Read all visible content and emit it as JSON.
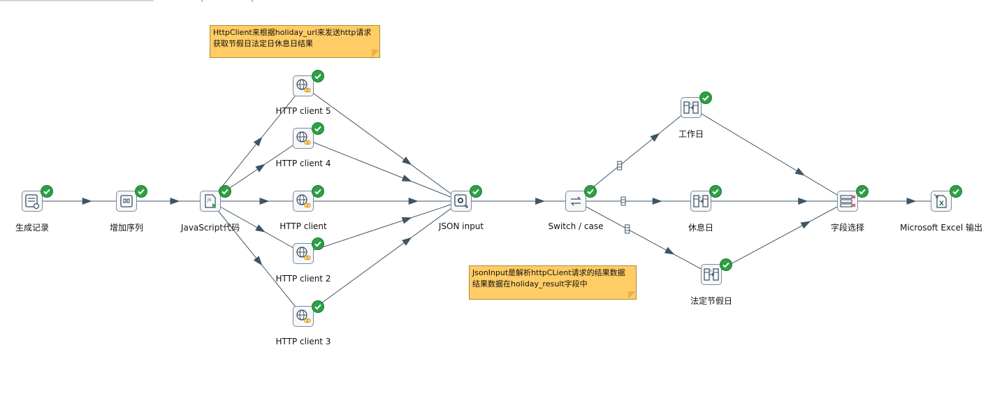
{
  "notes": {
    "http_note": {
      "lines": [
        "HttpClient来根据holiday_url来发送http请求",
        "获取节假日法定日休息日结果"
      ]
    },
    "json_note": {
      "lines": [
        "JsonInput是解析httpCLient请求的结果数据",
        "结果数据在holiday_result字段中"
      ]
    }
  },
  "steps": {
    "generate_rows": {
      "label": "生成记录",
      "icon": "generate-rows-icon"
    },
    "add_sequence": {
      "label": "增加序列",
      "icon": "sequence-icon"
    },
    "javascript": {
      "label": "JavaScript代码",
      "icon": "javascript-icon"
    },
    "http5": {
      "label": "HTTP client 5",
      "icon": "http-client-icon"
    },
    "http4": {
      "label": "HTTP client 4",
      "icon": "http-client-icon"
    },
    "http1": {
      "label": "HTTP client",
      "icon": "http-client-icon"
    },
    "http2": {
      "label": "HTTP client 2",
      "icon": "http-client-icon"
    },
    "http3": {
      "label": "HTTP client 3",
      "icon": "http-client-icon"
    },
    "json_input": {
      "label": "JSON input",
      "icon": "json-input-icon"
    },
    "switch_case": {
      "label": "Switch / case",
      "icon": "switch-case-icon"
    },
    "workday": {
      "label": "工作日",
      "icon": "calculator-icon"
    },
    "restday": {
      "label": "休息日",
      "icon": "calculator-icon"
    },
    "holiday": {
      "label": "法定节假日",
      "icon": "calculator-icon"
    },
    "select_fields": {
      "label": "字段选择",
      "icon": "select-values-icon"
    },
    "excel_output": {
      "label": "Microsoft Excel 输出",
      "icon": "excel-output-icon"
    }
  },
  "status": {
    "ok_icon": "check-circle-icon",
    "ok_color": "#2ea043"
  },
  "colors": {
    "hop": "#3d5566",
    "note_bg": "#ffcc66"
  }
}
